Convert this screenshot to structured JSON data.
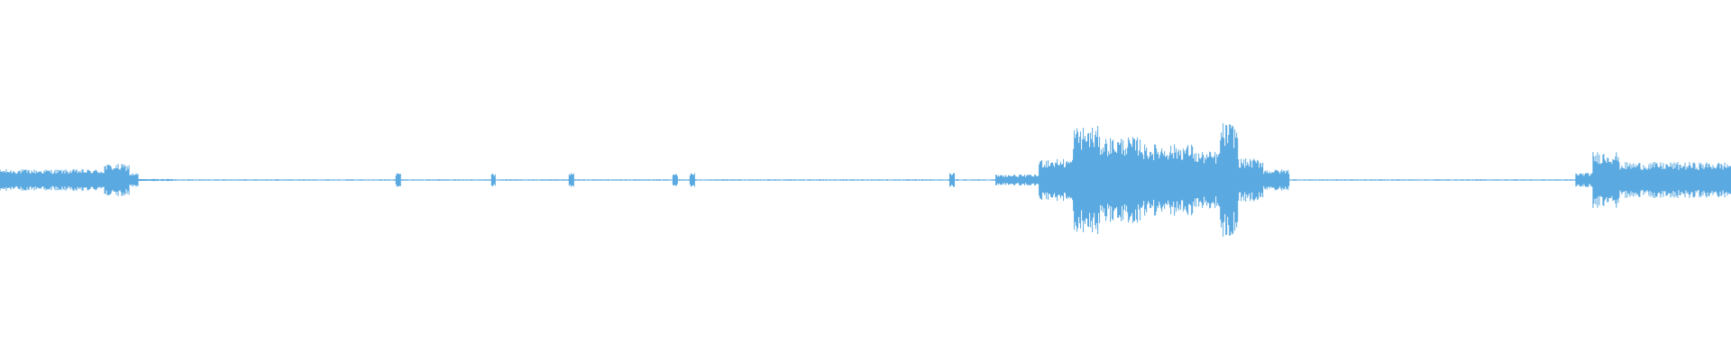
{
  "waveform": {
    "color": "#5aa9e0",
    "samples": 1920,
    "envelope": [
      {
        "from": 0.0,
        "to": 0.06,
        "amp": 0.03
      },
      {
        "from": 0.06,
        "to": 0.075,
        "amp": 0.045
      },
      {
        "from": 0.075,
        "to": 0.08,
        "amp": 0.02
      },
      {
        "from": 0.08,
        "to": 0.1,
        "amp": 0.003
      },
      {
        "from": 0.1,
        "to": 0.575,
        "amp": 0.002
      },
      {
        "from": 0.575,
        "to": 0.6,
        "amp": 0.015
      },
      {
        "from": 0.6,
        "to": 0.62,
        "amp": 0.06
      },
      {
        "from": 0.62,
        "to": 0.635,
        "amp": 0.15
      },
      {
        "from": 0.635,
        "to": 0.66,
        "amp": 0.12
      },
      {
        "from": 0.66,
        "to": 0.69,
        "amp": 0.1
      },
      {
        "from": 0.69,
        "to": 0.705,
        "amp": 0.08
      },
      {
        "from": 0.705,
        "to": 0.715,
        "amp": 0.16
      },
      {
        "from": 0.715,
        "to": 0.73,
        "amp": 0.06
      },
      {
        "from": 0.73,
        "to": 0.745,
        "amp": 0.03
      },
      {
        "from": 0.745,
        "to": 0.91,
        "amp": 0.002
      },
      {
        "from": 0.91,
        "to": 0.92,
        "amp": 0.02
      },
      {
        "from": 0.92,
        "to": 0.935,
        "amp": 0.08
      },
      {
        "from": 0.935,
        "to": 1.0,
        "amp": 0.05
      }
    ],
    "spikes": [
      0.23,
      0.285,
      0.33,
      0.39,
      0.4,
      0.55
    ]
  }
}
